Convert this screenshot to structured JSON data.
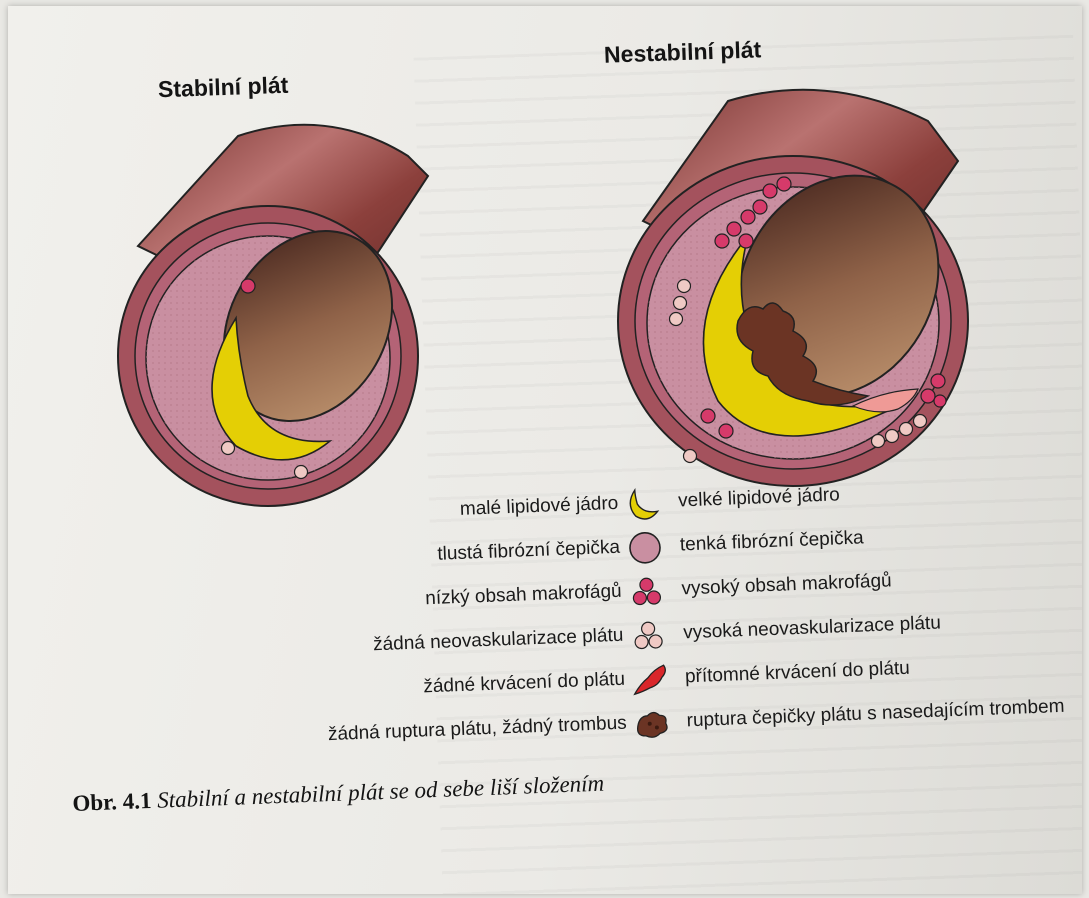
{
  "titles": {
    "stable": "Stabilní plát",
    "unstable": "Nestabilní plát"
  },
  "legend": [
    {
      "left": "malé lipidové jádro",
      "right": "velké lipidové jádro",
      "icon": "lipid-core-icon"
    },
    {
      "left": "tlustá fibrózní čepička",
      "right": "tenká fibrózní čepička",
      "icon": "fibrous-cap-icon"
    },
    {
      "left": "nízký obsah makrofágů",
      "right": "vysoký obsah makrofágů",
      "icon": "macrophages-icon"
    },
    {
      "left": "žádná neovaskularizace plátu",
      "right": "vysoká neovaskularizace plátu",
      "icon": "neovascularization-icon"
    },
    {
      "left": "žádné krvácení do plátu",
      "right": "přítomné krvácení do plátu",
      "icon": "hemorrhage-icon"
    },
    {
      "left": "žádná ruptura plátu, žádný trombus",
      "right": "ruptura čepičky plátu s nasedajícím trombem",
      "icon": "thrombus-icon"
    }
  ],
  "caption": {
    "number": "Obr. 4.1",
    "text": "Stabilní a nestabilní plát se od sebe liší složením"
  },
  "colors": {
    "vessel_wall": "#a4525d",
    "intima": "#c98fa1",
    "lipid_core": "#e4cf05",
    "macrophage": "#d63a6a",
    "neovessel": "#efc9c4",
    "hemorrhage": "#d9262a",
    "thrombus": "#6b3424"
  }
}
